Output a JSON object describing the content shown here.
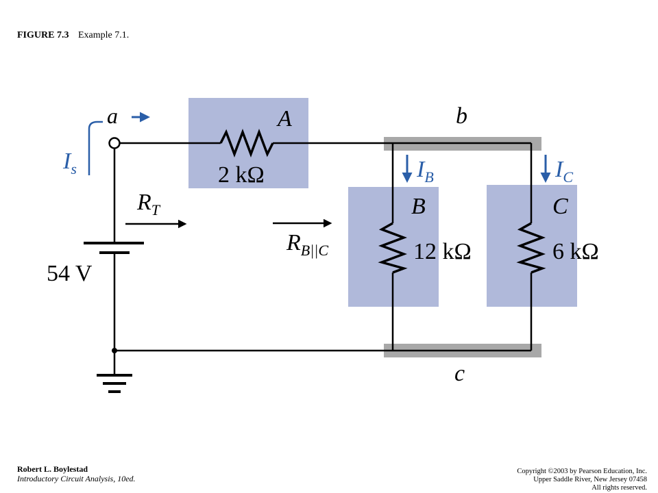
{
  "caption": {
    "number": "FIGURE 7.3",
    "title": "Example 7.1."
  },
  "circuit": {
    "node_a": "a",
    "node_b": "b",
    "node_c": "c",
    "source_current": {
      "main": "I",
      "sub": "s"
    },
    "source_voltage": "54 V",
    "resistor_A": {
      "letter": "A",
      "value": "2 kΩ"
    },
    "resistor_B": {
      "letter": "B",
      "value": "12 kΩ"
    },
    "resistor_C": {
      "letter": "C",
      "value": "6 kΩ"
    },
    "current_B": {
      "main": "I",
      "sub": "B"
    },
    "current_C": {
      "main": "I",
      "sub": "C"
    },
    "total_resistance": {
      "main": "R",
      "sub": "T"
    },
    "parallel_resistance": {
      "main": "R",
      "sub": "B||C"
    },
    "colors": {
      "highlight": "#b0b9da",
      "bus": "#a8a8a8",
      "accent": "#2a5ea8",
      "wire": "#000000"
    }
  },
  "footer": {
    "author": "Robert L. Boylestad",
    "book": "Introductory Circuit Analysis, 10ed.",
    "copyright_line1": "Copyright ©2003 by Pearson Education, Inc.",
    "copyright_line2": "Upper Saddle River, New Jersey 07458",
    "copyright_line3": "All rights reserved."
  }
}
